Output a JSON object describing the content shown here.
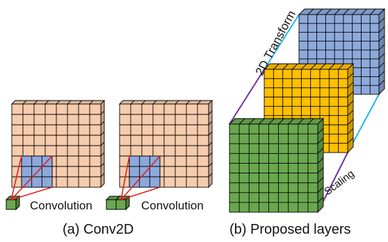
{
  "panel_a": {
    "caption": "(a) Conv2D",
    "left_label": "Convolution",
    "right_label": "Convolution"
  },
  "panel_b": {
    "caption": "(b) Proposed layers",
    "transform_label": "2D Transform",
    "scaling_label": "Scaling"
  },
  "colors": {
    "peach": "#f6ccad",
    "kernel_blue": "#8ea8dc",
    "green": "#6aa84f",
    "yellow": "#ffc000",
    "blue": "#8eaadb",
    "red_line": "#e0201b",
    "cyan_line": "#22b5e8",
    "purple_line": "#7030a0"
  }
}
